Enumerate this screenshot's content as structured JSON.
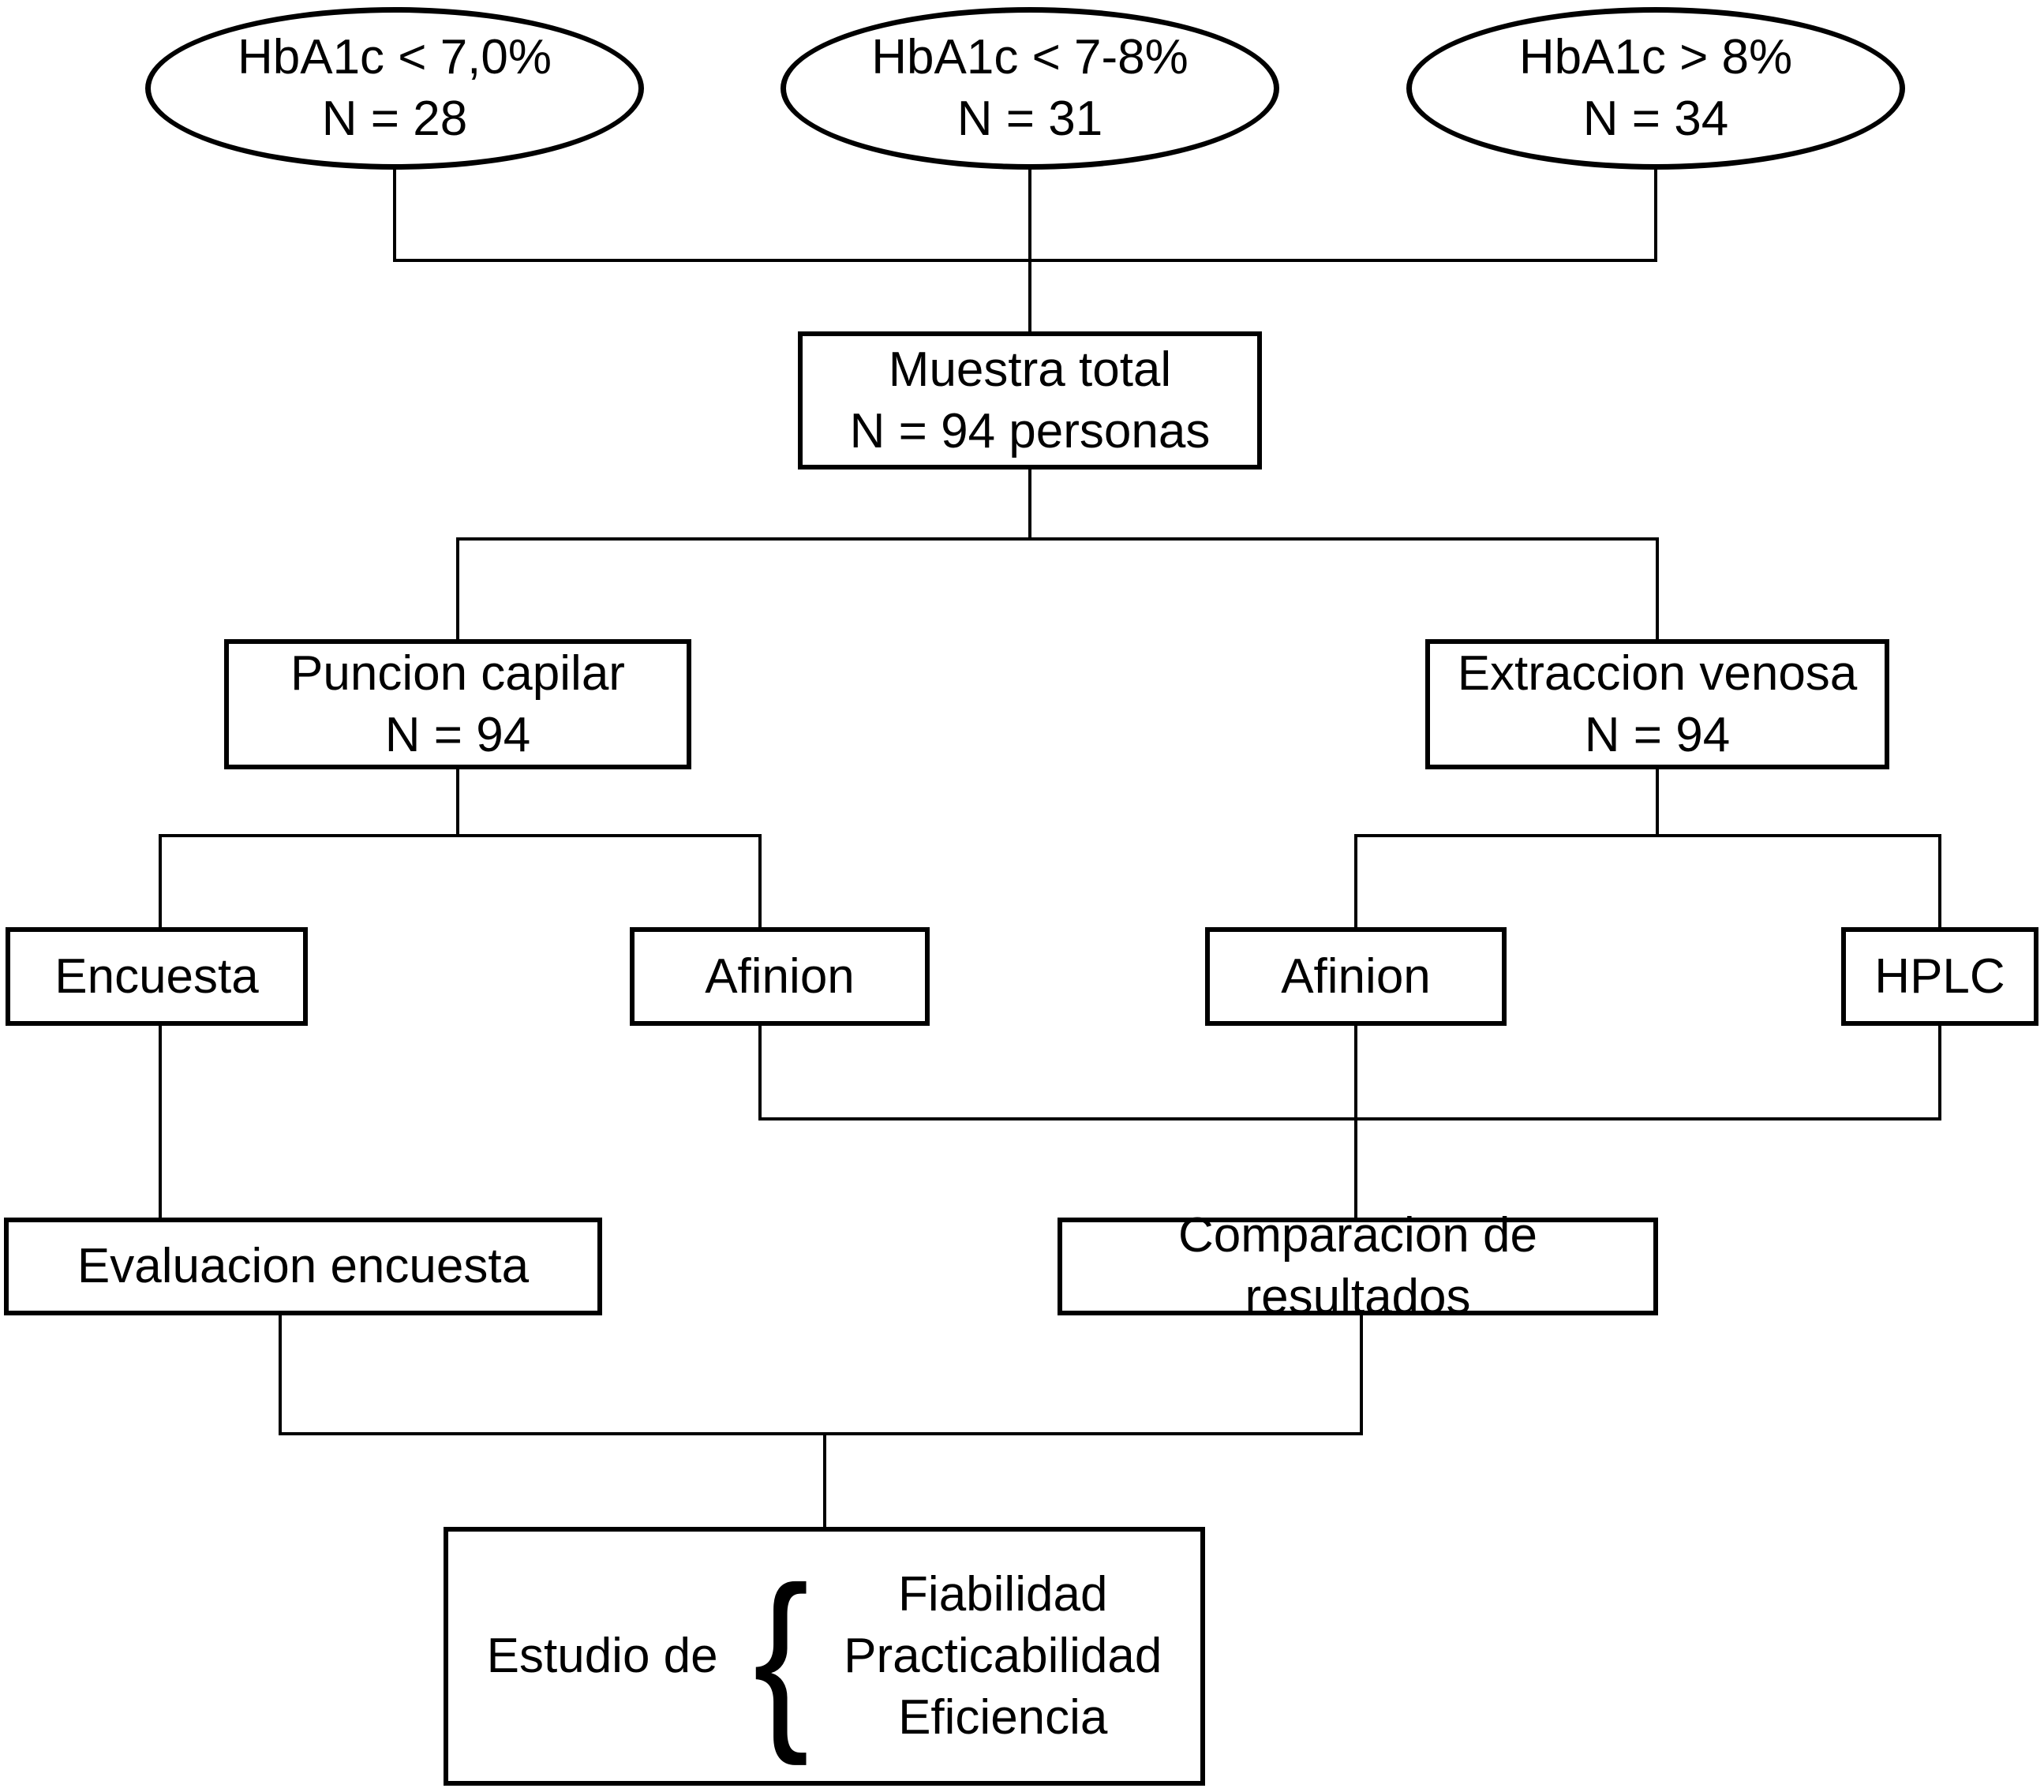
{
  "diagram": {
    "colors": {
      "stroke": "#000000",
      "background": "#ffffff"
    },
    "ellipses": [
      {
        "line1": "HbA1c < 7,0%",
        "line2": "N = 28"
      },
      {
        "line1": "HbA1c < 7-8%",
        "line2": "N = 31"
      },
      {
        "line1": "HbA1c > 8%",
        "line2": "N = 34"
      }
    ],
    "boxes": {
      "muestra": {
        "line1": "Muestra total",
        "line2": "N = 94 personas"
      },
      "puncion": {
        "line1": "Puncion capilar",
        "line2": "N = 94"
      },
      "extraccion": {
        "line1": "Extraccion venosa",
        "line2": "N = 94"
      },
      "encuesta": {
        "label": "Encuesta"
      },
      "afinion_capilar": {
        "label": "Afinion"
      },
      "afinion_venosa": {
        "label": "Afinion"
      },
      "hplc": {
        "label": "HPLC"
      },
      "evaluacion": {
        "label": "Evaluacion encuesta"
      },
      "comparacion": {
        "label": "Comparacion de resultados"
      },
      "estudio": {
        "label": "Estudio de",
        "brace": "{",
        "items": [
          "Fiabilidad",
          "Practicabilidad",
          "Eficiencia"
        ]
      }
    }
  }
}
